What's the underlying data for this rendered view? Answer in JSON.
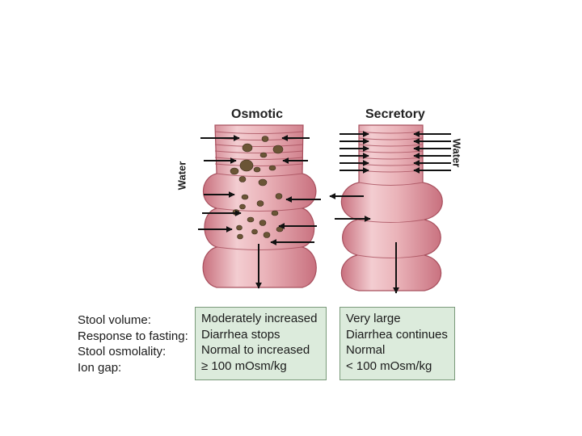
{
  "panels": {
    "osmotic": {
      "title": "Osmotic"
    },
    "secretory": {
      "title": "Secretory"
    }
  },
  "water_label": "Water",
  "row_labels": [
    "Stool volume:",
    "Response to fasting:",
    "Stool osmolality:",
    "Ion gap:"
  ],
  "osmotic_values": [
    "Moderately increased",
    "Diarrhea stops",
    "Normal to increased",
    "≥ 100 mOsm/kg"
  ],
  "secretory_values": [
    "Very large",
    "Diarrhea continues",
    "Normal",
    "< 100 mOsm/kg"
  ],
  "colors": {
    "tissue": "#d98a95",
    "tissue_light": "#f0c4c8",
    "particle": "#6b5536",
    "box_fill": "#dcebdc",
    "box_border": "#7a9a7a"
  }
}
